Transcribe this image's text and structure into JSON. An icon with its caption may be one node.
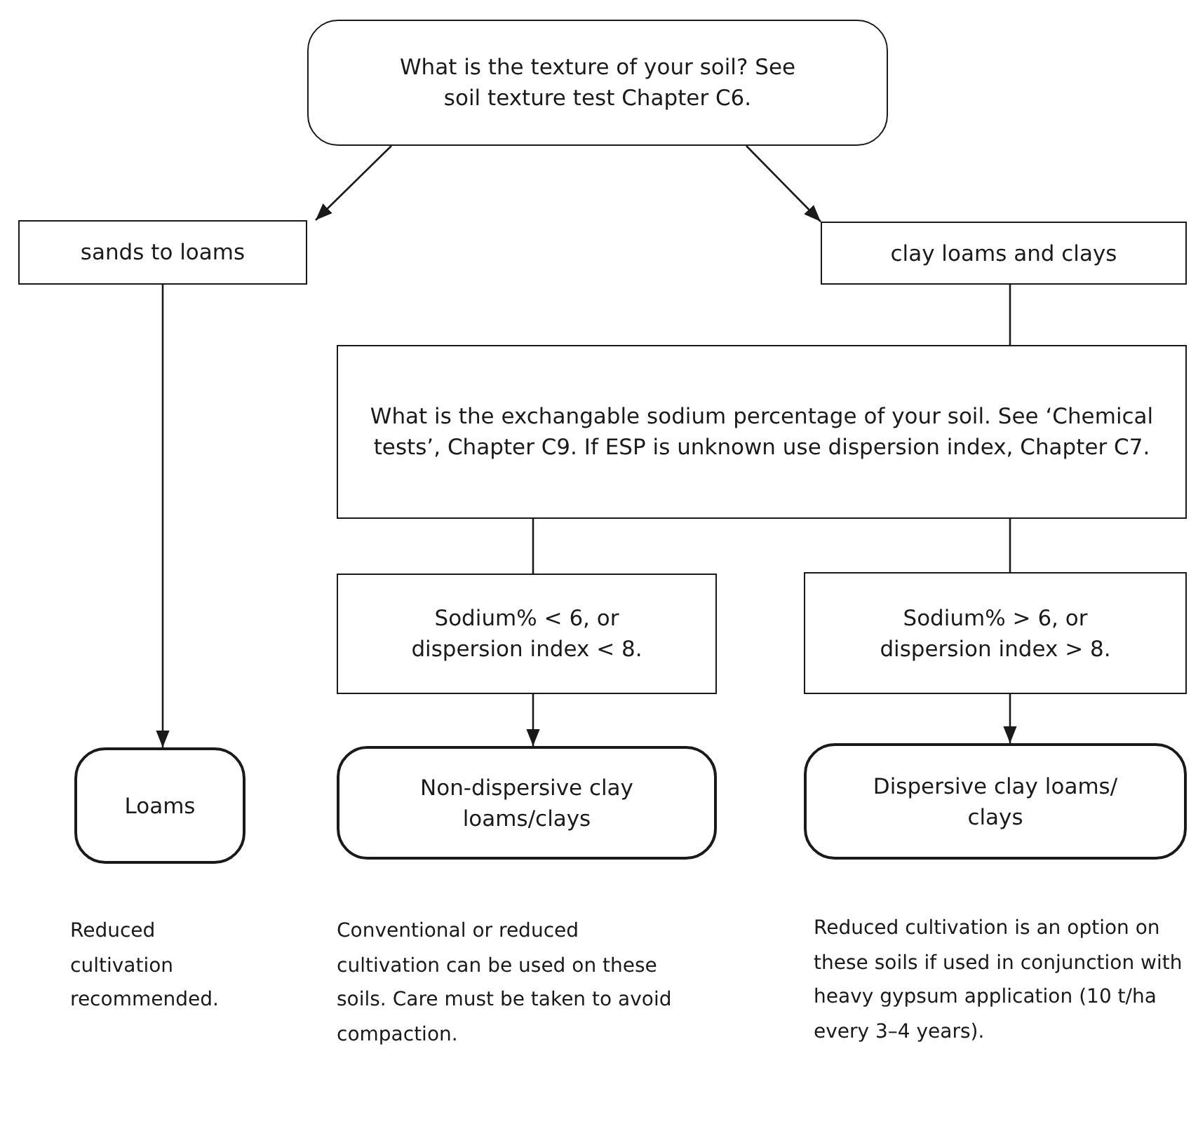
{
  "diagram": {
    "nodes": [
      {
        "text": [
          "What is the texture of your soil? See soil texture test Chapter C6."
        ]
      },
      {
        "text": [
          "sands to loams"
        ]
      },
      {
        "text": [
          "clay loams and clays"
        ]
      },
      {
        "text": [
          "What is the exchangable sodium percentage of your soil. See ‘Chemical tests’, Chapter C9. If ESP is unknown use dispersion index, Chapter C7."
        ]
      },
      {
        "text": [
          "Sodium% < 6, or dispersion index < 8."
        ]
      },
      {
        "text": [
          "Sodium% > 6, or dispersion index > 8."
        ]
      },
      {
        "text": [
          "Loams"
        ],
        "beside": [
          "Reduced cultivation recommended."
        ]
      },
      {
        "text": [
          "Non-dispersive clay loams/clays"
        ],
        "beside": [
          "Conventional or reduced cultivation can be used on these soils. Care must be taken to avoid compaction."
        ]
      },
      {
        "text": [
          "Dispersive clay loams/ clays"
        ],
        "beside": [
          "Reduced cultivation is an option on these soils if used in conjunction with heavy gypsum application (10 t/ha every 3–4 years)."
        ]
      }
    ],
    "edges": [
      {
        "from": 0,
        "to": 1,
        "arrow": "to"
      },
      {
        "from": 0,
        "to": 2,
        "arrow": "to"
      },
      {
        "from": 2,
        "to": 3,
        "arrow": "none"
      },
      {
        "from": 1,
        "to": 6,
        "arrow": "to"
      },
      {
        "from": 3,
        "to": 4,
        "arrow": "none"
      },
      {
        "from": 3,
        "to": 5,
        "arrow": "none"
      },
      {
        "from": 4,
        "to": 7,
        "arrow": "to"
      },
      {
        "from": 5,
        "to": 8,
        "arrow": "to"
      }
    ]
  }
}
